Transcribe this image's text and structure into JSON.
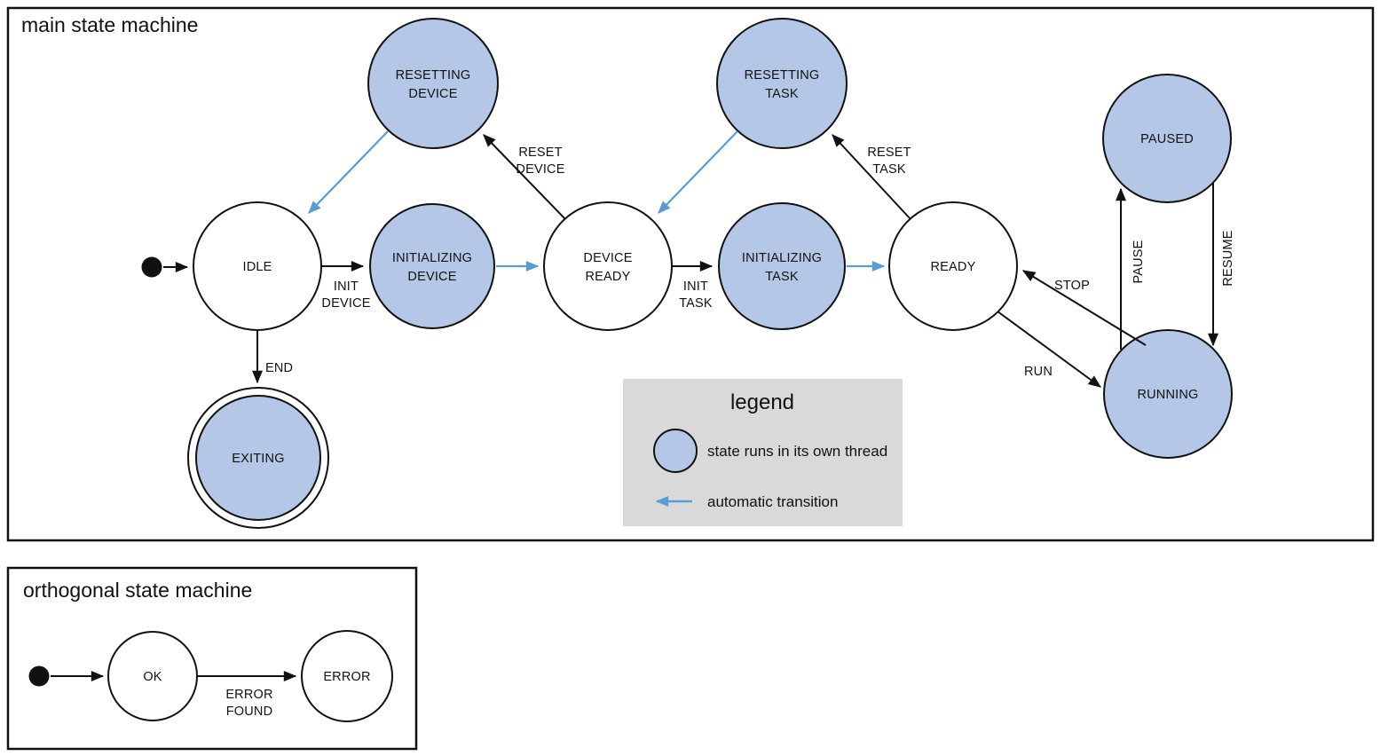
{
  "colors": {
    "state_thread_fill": "#b4c7e7",
    "automatic_transition": "#5b9bd5",
    "stroke": "#111111",
    "legend_background": "#d9d9d9"
  },
  "main_machine": {
    "title": "main state machine",
    "states": {
      "idle": {
        "label": "IDLE"
      },
      "resetting_device": {
        "line1": "RESETTING",
        "line2": "DEVICE"
      },
      "initializing_device": {
        "line1": "INITIALIZING",
        "line2": "DEVICE"
      },
      "device_ready": {
        "line1": "DEVICE",
        "line2": "READY"
      },
      "resetting_task": {
        "line1": "RESETTING",
        "line2": "TASK"
      },
      "initializing_task": {
        "line1": "INITIALIZING",
        "line2": "TASK"
      },
      "ready": {
        "label": "READY"
      },
      "paused": {
        "label": "PAUSED"
      },
      "running": {
        "label": "RUNNING"
      },
      "exiting": {
        "label": "EXITING"
      }
    },
    "transitions": {
      "init_device": {
        "line1": "INIT",
        "line2": "DEVICE"
      },
      "init_task": {
        "line1": "INIT",
        "line2": "TASK"
      },
      "reset_device": {
        "line1": "RESET",
        "line2": "DEVICE"
      },
      "reset_task": {
        "line1": "RESET",
        "line2": "TASK"
      },
      "stop": {
        "label": "STOP"
      },
      "run": {
        "label": "RUN"
      },
      "pause": {
        "label": "PAUSE"
      },
      "resume": {
        "label": "RESUME"
      },
      "end": {
        "label": "END"
      }
    }
  },
  "legend": {
    "title": "legend",
    "thread_state_label": "state runs in its own thread",
    "automatic_transition_label": "automatic transition"
  },
  "orthogonal_machine": {
    "title": "orthogonal state machine",
    "states": {
      "ok": {
        "label": "OK"
      },
      "error": {
        "label": "ERROR"
      }
    },
    "transitions": {
      "error_found": {
        "line1": "ERROR",
        "line2": "FOUND"
      }
    }
  }
}
